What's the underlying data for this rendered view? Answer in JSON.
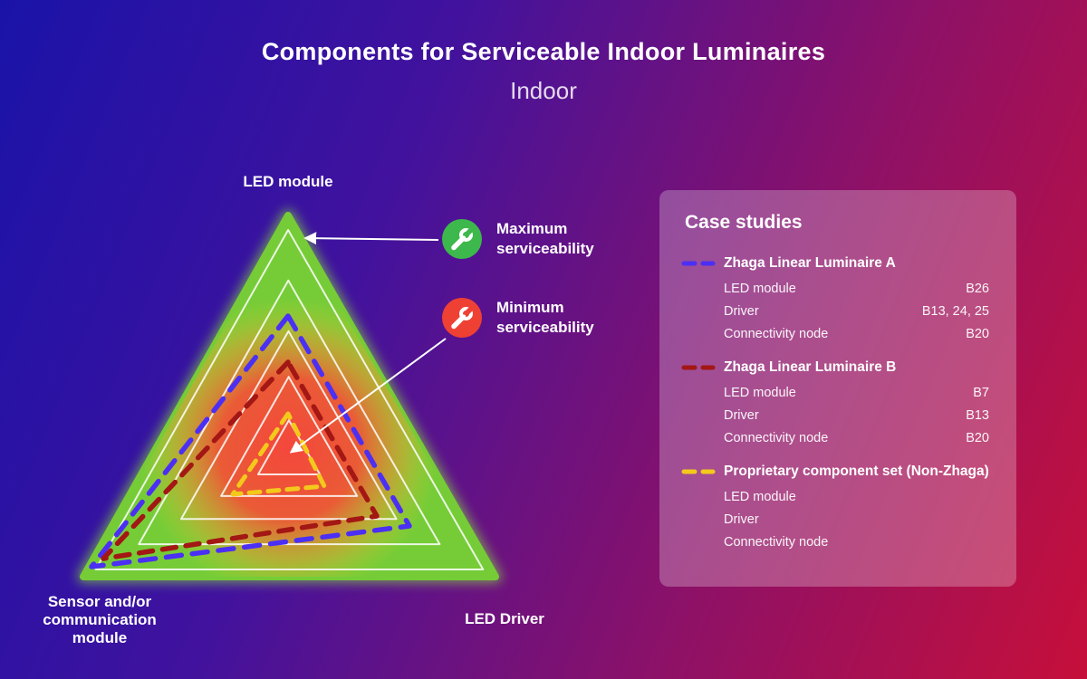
{
  "header": {
    "title": "Components for Serviceable Indoor Luminaires",
    "subtitle": "Indoor"
  },
  "chart": {
    "axis_labels": {
      "top": "LED module",
      "bottom_left": "Sensor and/or communication module",
      "bottom_right": "LED Driver"
    },
    "gradient": {
      "outer_color": "#76cc37",
      "center_color": "#f4473c"
    }
  },
  "legend": {
    "maximum": {
      "label": "Maximum serviceability",
      "color": "#3db84c"
    },
    "minimum": {
      "label": "Minimum serviceability",
      "color": "#ee4134"
    }
  },
  "case_studies": {
    "title": "Case studies",
    "entries": [
      {
        "name": "Zhaga Linear Luminaire A",
        "color": "#4b2ff5",
        "rows": [
          {
            "label": "LED module",
            "value": "B26"
          },
          {
            "label": "Driver",
            "value": "B13, 24, 25"
          },
          {
            "label": "Connectivity node",
            "value": "B20"
          }
        ]
      },
      {
        "name": "Zhaga Linear Luminaire B",
        "color": "#a31714",
        "rows": [
          {
            "label": "LED module",
            "value": "B7"
          },
          {
            "label": "Driver",
            "value": "B13"
          },
          {
            "label": "Connectivity node",
            "value": "B20"
          }
        ]
      },
      {
        "name": "Proprietary component set (Non-Zhaga)",
        "color": "#f3c91c",
        "rows": [
          {
            "label": "LED module",
            "value": ""
          },
          {
            "label": "Driver",
            "value": ""
          },
          {
            "label": "Connectivity node",
            "value": ""
          }
        ]
      }
    ]
  }
}
